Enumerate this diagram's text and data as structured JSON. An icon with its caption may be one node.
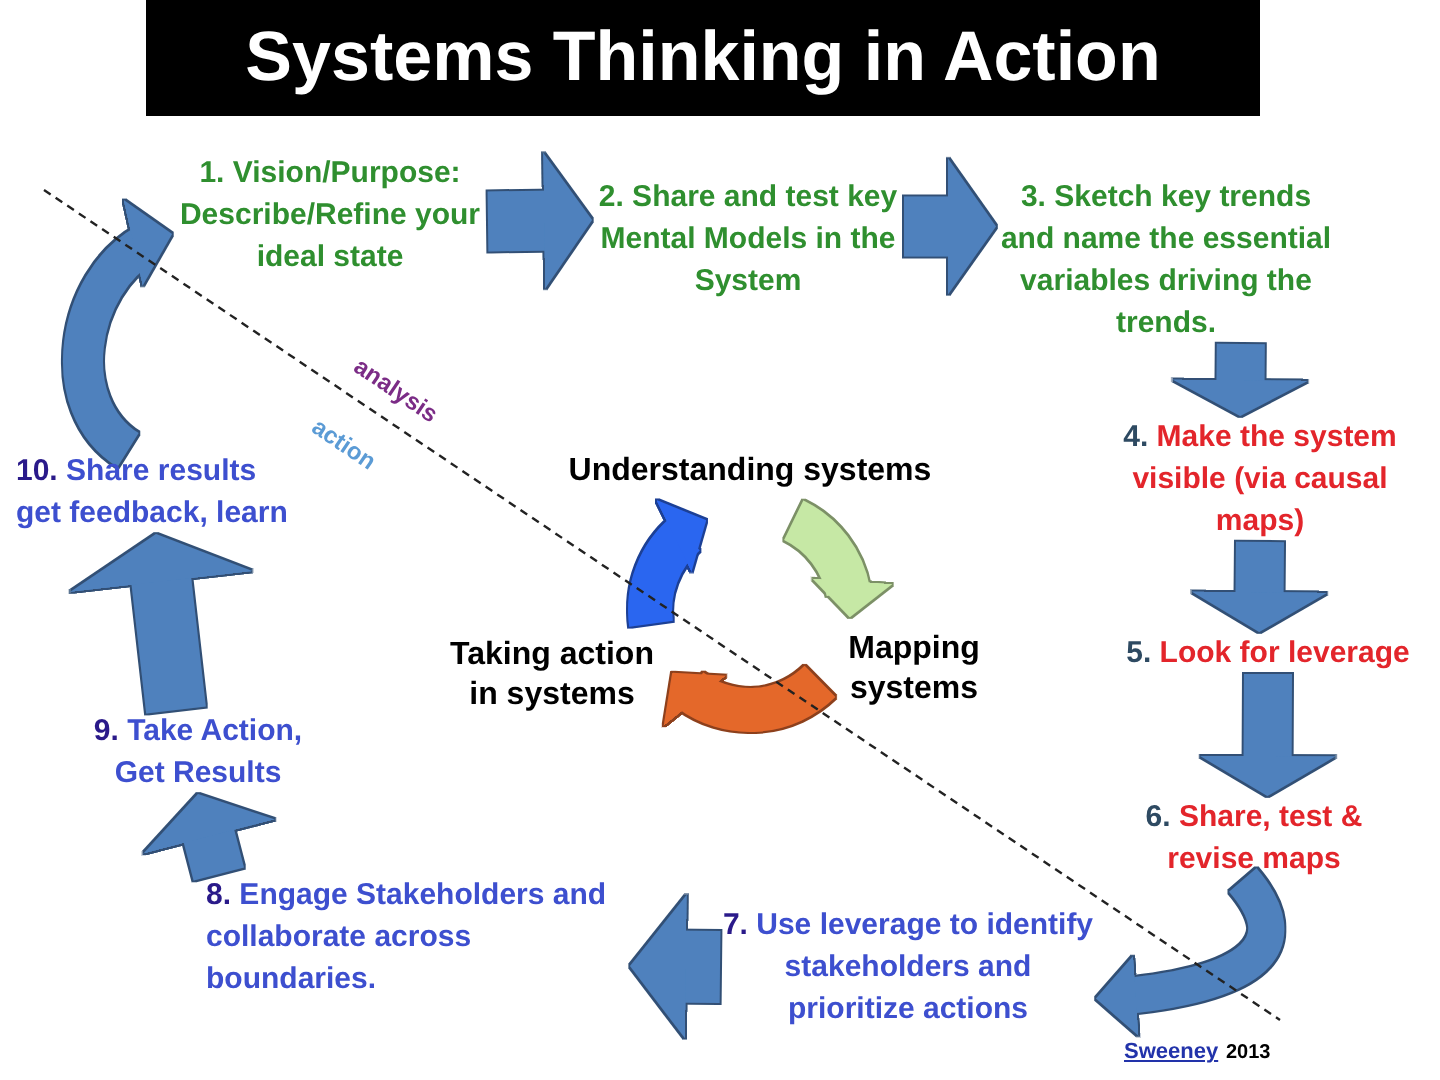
{
  "diagram": {
    "title": "Systems Thinking in Action",
    "nodes": [
      {
        "text": [
          "1. Vision/Purpose: Describe/Refine your ideal state"
        ]
      },
      {
        "text": [
          "2. Share and test key Mental Models in the System"
        ]
      },
      {
        "text": [
          "3. Sketch key trends and name the essential variables driving the trends."
        ]
      },
      {
        "text": [
          "4. Make the system visible (via causal maps)"
        ]
      },
      {
        "text": [
          "5. Look for leverage"
        ]
      },
      {
        "text": [
          "6. Share, test & revise maps"
        ]
      },
      {
        "text": [
          "7. Use leverage to identify stakeholders and prioritize actions"
        ]
      },
      {
        "text": [
          "8. Engage Stakeholders and collaborate across boundaries."
        ]
      },
      {
        "text": [
          "9. Take Action, Get Results"
        ]
      },
      {
        "text": [
          "10. Share results get feedback, learn"
        ]
      },
      {
        "text": [
          "Understanding systems"
        ]
      },
      {
        "text": [
          "Mapping systems"
        ]
      },
      {
        "text": [
          "Taking action in systems"
        ]
      }
    ],
    "edges": [
      {
        "from": 0,
        "to": 1,
        "arrow": "to"
      },
      {
        "from": 1,
        "to": 2,
        "arrow": "to"
      },
      {
        "from": 2,
        "to": 3,
        "arrow": "to"
      },
      {
        "from": 3,
        "to": 4,
        "arrow": "to"
      },
      {
        "from": 4,
        "to": 5,
        "arrow": "to"
      },
      {
        "from": 5,
        "to": 6,
        "arrow": "to"
      },
      {
        "from": 6,
        "to": 7,
        "arrow": "to"
      },
      {
        "from": 7,
        "to": 8,
        "arrow": "to"
      },
      {
        "from": 8,
        "to": 9,
        "arrow": "to"
      },
      {
        "from": 9,
        "to": 0,
        "arrow": "to"
      },
      {
        "from": 10,
        "to": 11,
        "arrow": "to",
        "color": "#c6e8a5"
      },
      {
        "from": 11,
        "to": 12,
        "arrow": "to",
        "color": "#e4682c"
      },
      {
        "from": 12,
        "to": 10,
        "arrow": "to",
        "color": "#2c66f0"
      }
    ],
    "labels": [
      "analysis",
      "action",
      "Sweeney",
      "2013"
    ]
  }
}
